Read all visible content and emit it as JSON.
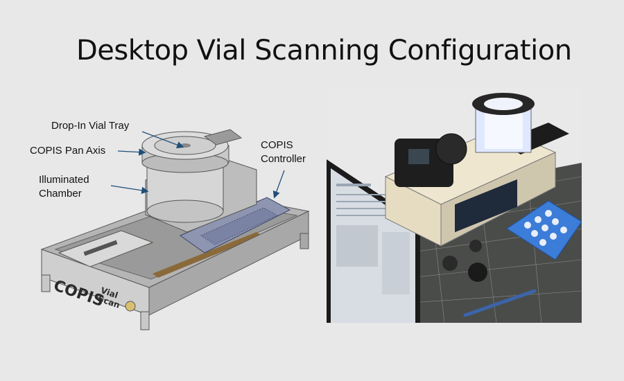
{
  "slide": {
    "title": "Desktop Vial Scanning Configuration"
  },
  "callouts": {
    "vial_tray": "Drop-In Vial Tray",
    "pan_axis": "COPIS Pan Axis",
    "chamber_line1": "Illuminated",
    "chamber_line2": "Chamber",
    "controller_line1": "COPIS",
    "controller_line2": "Controller"
  },
  "device_branding": {
    "logo": "COPIS",
    "sub_line1": "Vial",
    "sub_line2": "Scan"
  },
  "colors": {
    "background": "#e8e8e8",
    "arrow": "#1f4e79",
    "frame": "#bdbdbd",
    "controller_panel": "#8d95b0"
  }
}
